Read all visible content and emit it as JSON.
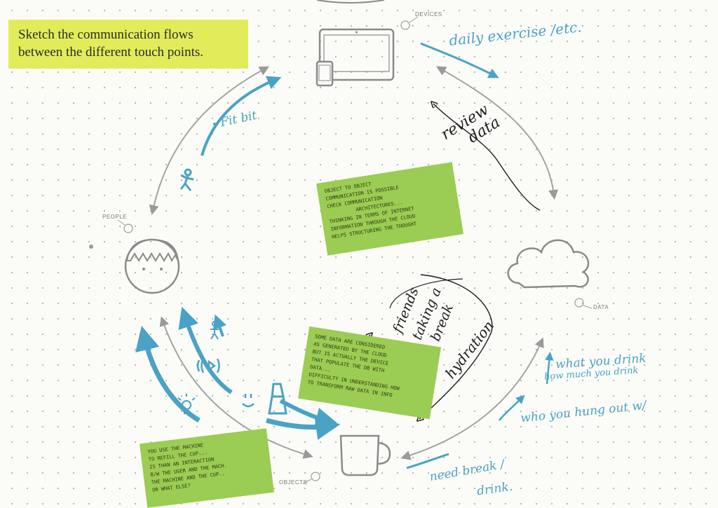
{
  "prompt": {
    "text_line1": "Sketch the communication flows",
    "text_line2": "between the different touch points."
  },
  "nodes": {
    "devices": "DEVICES",
    "people": "PEOPLE",
    "data": "DATA",
    "objects": "OBJECTS"
  },
  "notes": {
    "top": [
      "OBJECT TO OBJECT",
      "COMMUNICATION IS POSSIBLE",
      "CHECK COMMUNICATION",
      "ARCHITECTURES...",
      "THINKING IN TERMS OF INTERNET",
      "INFORMATION THROUGH THE CLOUD",
      "HELPS STRUCTURING THE THOUGHT"
    ],
    "middle": [
      "SOME DATA ARE CONSIDERED",
      "AS GENERATED BY THE CLOUD",
      "BUT IS ACTUALLY THE DEVICE",
      "THAT POPULATE THE DB WITH",
      "DATA...",
      "DIFFICULTY IN UNDERSTANDING HOW",
      "TO TRANSFORM RAW DATA IN INFO"
    ],
    "bottom": [
      "YOU USE THE MACHINE",
      "TO REFILL THE CUP...",
      "IS THAN AN INTERACTION",
      "B/W THE USER AND THE MACH.",
      "THE MACHINE AND THE CUP..",
      "OR WHAT ELSE?"
    ]
  },
  "handwriting": {
    "daily_exercise": "daily exercise /etc.",
    "review_data": [
      "review",
      "data"
    ],
    "fitbit": "Fit bit",
    "friends": [
      "friends",
      "taking a",
      "break"
    ],
    "hydration": "hydration",
    "what_you_drink": "what you drink",
    "how_much": "how much you drink",
    "who_you_hang": "who you hung out w/",
    "need_break": "need break /",
    "drink": "drink."
  },
  "colors": {
    "prompt_bg": "#e2ec5a",
    "sticky_bg": "#9bcc53",
    "marker_blue": "#4aa3c4",
    "dot": "#b9b9b2"
  }
}
